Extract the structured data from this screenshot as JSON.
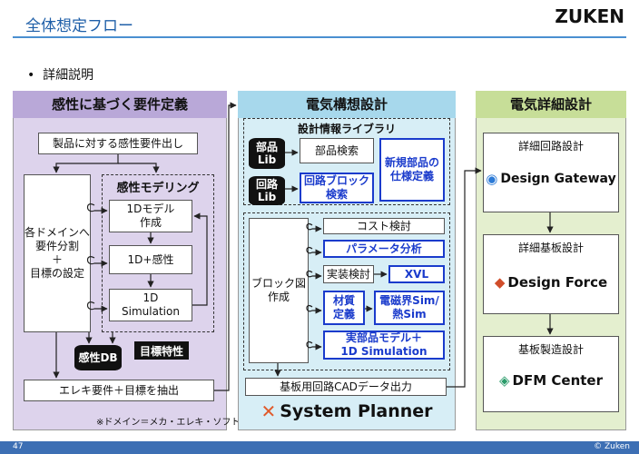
{
  "header": {
    "title": "全体想定フロー",
    "logo": "ZUKEN"
  },
  "bullet": {
    "marker": "•",
    "text": "詳細説明"
  },
  "left": {
    "title": "感性に基づく要件定義",
    "top_box": "製品に対する感性要件出し",
    "domain_box": "各ドメインへ\n要件分割\n＋\n目標の設定",
    "modeling_title": "感性モデリング",
    "model_1d": "1Dモデル\n作成",
    "model_kansei": "1D+感性",
    "model_sim": "1D\nSimulation",
    "db": "感性DB",
    "target": "目標特性",
    "extract": "エレキ要件＋目標を抽出",
    "note": "※ドメイン＝メカ・エレキ・ソフト"
  },
  "middle": {
    "title": "電気構想設計",
    "lib_title": "設計情報ライブラリ",
    "parts_lib": "部品\nLib",
    "parts_search": "部品検索",
    "circuit_lib": "回路\nLib",
    "circuit_search": "回路ブロック\n検索",
    "new_parts": "新規部品の\n仕様定義",
    "block": "ブロック図\n作成",
    "cost": "コスト検討",
    "param": "パラメータ分析",
    "mount": "実装検討",
    "xvl": "XVL",
    "material": "材質\n定義",
    "em": "電磁界Sim/\n熱Sim",
    "mounted_model": "実部品モデル＋\n1D Simulation",
    "board_out": "基板用回路CADデータ出力",
    "tool": "System Planner"
  },
  "right": {
    "title": "電気詳細設計",
    "detail_circuit": "詳細回路設計",
    "tool1": "Design Gateway",
    "detail_board": "詳細基板設計",
    "tool2": "Design Force",
    "manufacture": "基板製造設計",
    "tool3": "DFM Center"
  },
  "footer": {
    "page": "47",
    "copyright": "© Zuken"
  },
  "colors": {
    "left_panel": "#ddd3ec",
    "left_header": "#b9a8d8",
    "middle_panel": "#d7eef6",
    "middle_header": "#a7d8ec",
    "right_panel": "#e4efcf",
    "right_header": "#c7de98",
    "blue_text": "#1a3bcc",
    "footer": "#3d6fb4"
  }
}
